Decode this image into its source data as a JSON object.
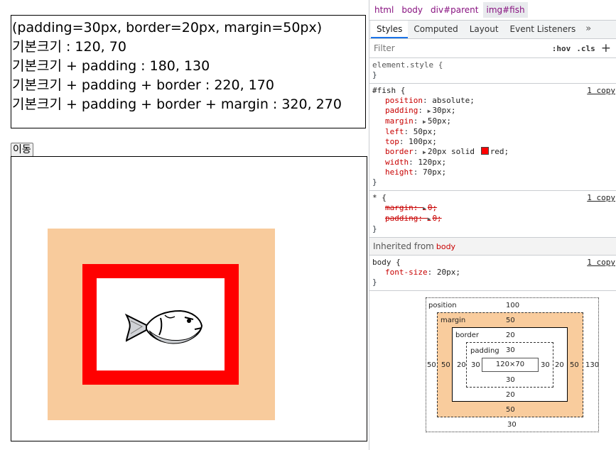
{
  "page": {
    "info_lines": [
      "(padding=30px, border=20px, margin=50px)",
      "기본크기 : 120, 70",
      "기본크기 + padding : 180, 130",
      "기본크기 + padding + border : 220, 170",
      "기본크기 + padding + border + margin : 320, 270"
    ],
    "move_button": "이동"
  },
  "devtools": {
    "breadcrumbs": [
      "html",
      "body",
      "div#parent",
      "img#fish"
    ],
    "tabs": [
      "Styles",
      "Computed",
      "Layout",
      "Event Listeners"
    ],
    "tab_more": "»",
    "filter_placeholder": "Filter",
    "hov": ":hov",
    "cls": ".cls",
    "plus": "+",
    "element_style": "element.style {",
    "close_brace": "}",
    "fish_rule": {
      "selector": "#fish {",
      "source": "1 copy",
      "decls": [
        {
          "prop": "position",
          "val": "absolute;"
        },
        {
          "prop": "padding",
          "val": "30px;"
        },
        {
          "prop": "margin",
          "val": "50px;"
        },
        {
          "prop": "left",
          "val": "50px;"
        },
        {
          "prop": "top",
          "val": "100px;"
        },
        {
          "prop": "border",
          "val": "20px solid",
          "val2": "red;"
        },
        {
          "prop": "width",
          "val": "120px;"
        },
        {
          "prop": "height",
          "val": "70px;"
        }
      ]
    },
    "star_rule": {
      "selector": "* {",
      "source": "1 copy",
      "decls": [
        {
          "prop": "margin",
          "val": "0;"
        },
        {
          "prop": "padding",
          "val": "0;"
        }
      ]
    },
    "inherited_label": "Inherited from",
    "inherited_from": "body",
    "body_rule": {
      "selector": "body {",
      "source": "1 copy",
      "decl_prop": "font-size",
      "decl_val": "20px;"
    },
    "box_model": {
      "position_label": "position",
      "position_top": "100",
      "position_left": "50",
      "position_right": "130",
      "position_bottom": "30",
      "margin_label": "margin",
      "margin_top": "50",
      "margin_left": "50",
      "margin_right": "50",
      "margin_bottom": "50",
      "border_label": "border",
      "border_top": "20",
      "border_left": "20",
      "border_right": "20",
      "border_bottom": "20",
      "padding_label": "padding",
      "padding_top": "30",
      "padding_left": "30",
      "padding_right": "30",
      "padding_bottom": "30",
      "content": "120×70"
    },
    "colors": {
      "accent": "#1a73e8",
      "margin_fill": "#f9cc9d",
      "border_red": "#ff0000"
    }
  }
}
